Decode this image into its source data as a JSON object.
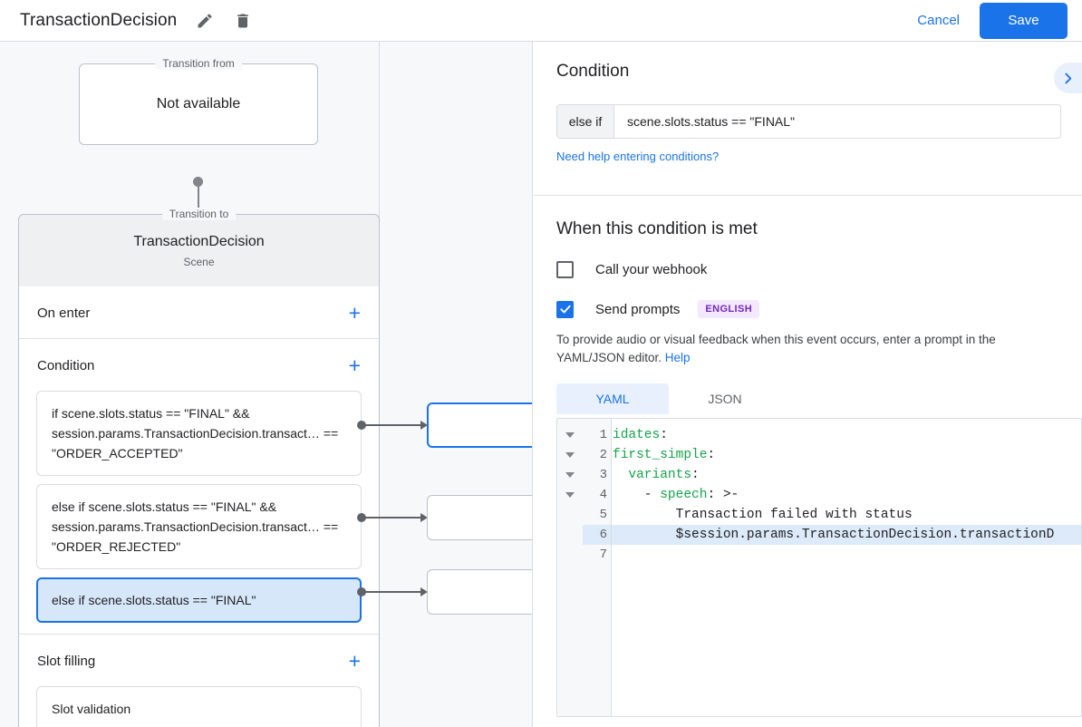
{
  "topbar": {
    "title": "TransactionDecision",
    "edit_icon": "pencil-icon",
    "delete_icon": "trash-icon",
    "cancel_label": "Cancel",
    "save_label": "Save",
    "accent_color": "#1a73e8"
  },
  "canvas": {
    "transition_from": {
      "legend": "Transition from",
      "value": "Not available"
    },
    "transition_to": {
      "legend": "Transition to",
      "name": "TransactionDecision",
      "type": "Scene"
    },
    "sections": [
      {
        "title": "On enter",
        "add_label": "+",
        "items": []
      },
      {
        "title": "Condition",
        "add_label": "+",
        "items": [
          {
            "text": "if scene.slots.status == \"FINAL\" && session.params.TransactionDecision.transact… == \"ORDER_ACCEPTED\"",
            "selected": false
          },
          {
            "text": "else if scene.slots.status == \"FINAL\" && session.params.TransactionDecision.transact… == \"ORDER_REJECTED\"",
            "selected": false
          },
          {
            "text": "else if scene.slots.status == \"FINAL\"",
            "selected": true
          }
        ]
      },
      {
        "title": "Slot filling",
        "add_label": "+",
        "items": [
          {
            "text": "Slot validation",
            "selected": false
          }
        ]
      }
    ]
  },
  "right_panel": {
    "title": "Condition",
    "collapse_icon": "chevron-right-icon",
    "condition": {
      "prefix": "else if",
      "value": "scene.slots.status == \"FINAL\"",
      "placeholder": "Enter a condition",
      "help_link": "Need help entering conditions?"
    },
    "when_met": {
      "heading": "When this condition is met",
      "webhook": {
        "label": "Call your webhook",
        "checked": false
      },
      "prompts": {
        "label": "Send prompts",
        "checked": true,
        "badge": "ENGLISH",
        "badge_bg": "#f3e8fd",
        "badge_fg": "#7627bb"
      },
      "hint_text": "To provide audio or visual feedback when this event occurs, enter a prompt in the YAML/JSON editor. ",
      "hint_link": "Help"
    },
    "editor": {
      "tabs": [
        {
          "label": "YAML",
          "active": true
        },
        {
          "label": "JSON",
          "active": false
        }
      ],
      "lines": [
        {
          "num": "1",
          "fold": true,
          "highlighted": false,
          "key": "idates",
          "punct": ":",
          "indent": "",
          "rest": ""
        },
        {
          "num": "2",
          "fold": true,
          "highlighted": false,
          "key": "first_simple",
          "punct": ":",
          "indent": "",
          "rest": ""
        },
        {
          "num": "3",
          "fold": true,
          "highlighted": false,
          "key": "variants",
          "punct": ":",
          "indent": "  ",
          "rest": ""
        },
        {
          "num": "4",
          "fold": true,
          "highlighted": false,
          "key": "speech",
          "punct": ": >-",
          "indent": "    - ",
          "rest": ""
        },
        {
          "num": "5",
          "fold": false,
          "highlighted": false,
          "key": "",
          "punct": "",
          "indent": "        ",
          "rest": "Transaction failed with status"
        },
        {
          "num": "6",
          "fold": false,
          "highlighted": true,
          "key": "",
          "punct": "",
          "indent": "        ",
          "rest": "$session.params.TransactionDecision.transactionD"
        },
        {
          "num": "7",
          "fold": false,
          "highlighted": false,
          "key": "",
          "punct": "",
          "indent": "",
          "rest": ""
        }
      ]
    }
  }
}
